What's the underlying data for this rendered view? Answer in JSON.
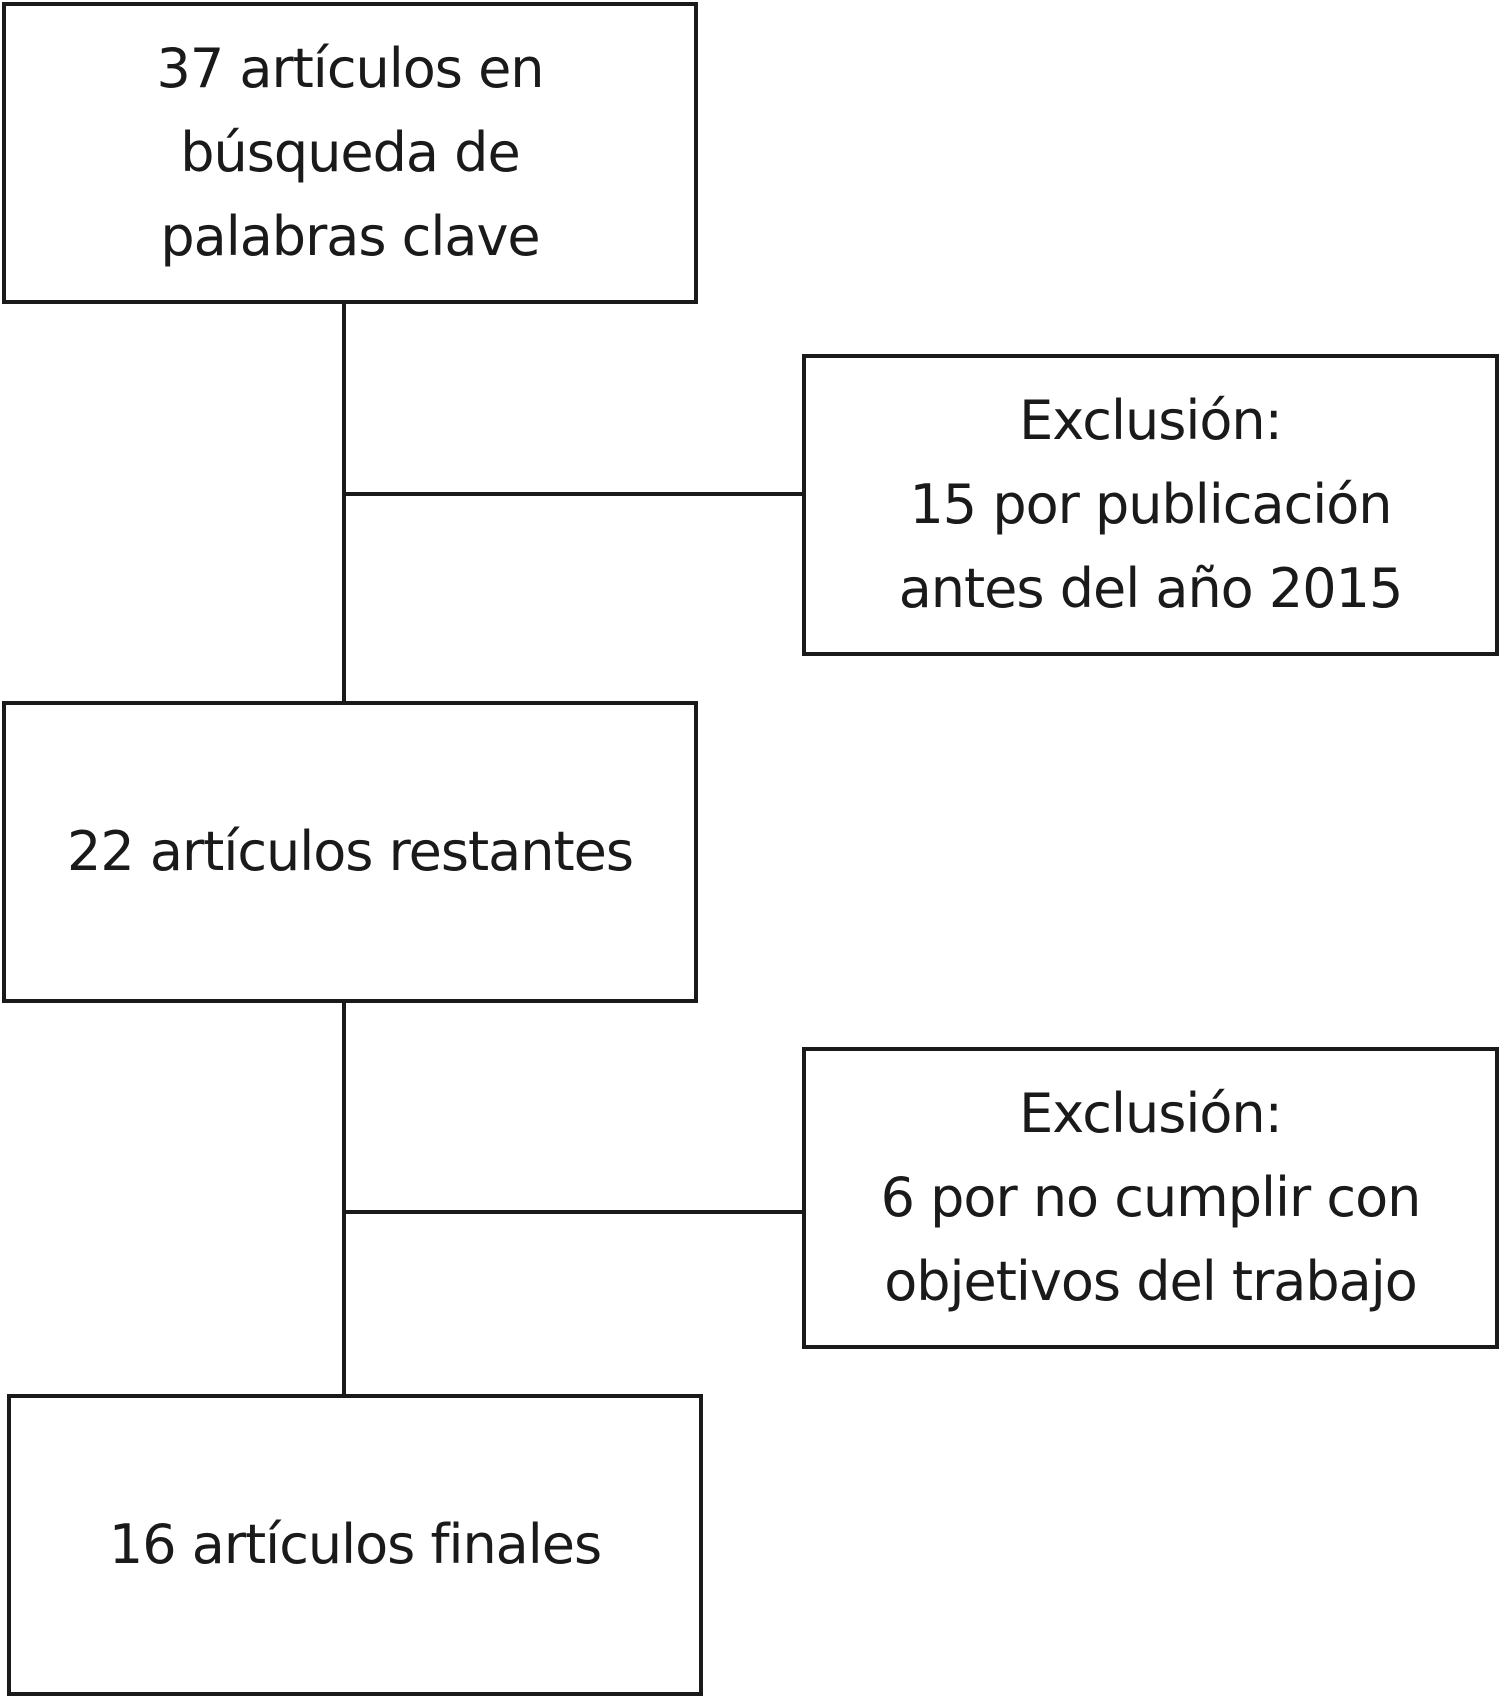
{
  "diagram": {
    "nodes": {
      "start": {
        "lines": [
          "37 artículos en",
          "búsqueda de",
          "palabras clave"
        ]
      },
      "exclusion_1": {
        "lines": [
          "Exclusión:",
          "15 por publicación",
          "antes del año 2015"
        ]
      },
      "middle": {
        "lines": [
          "22 artículos restantes"
        ]
      },
      "exclusion_2": {
        "lines": [
          "Exclusión:",
          "6 por no cumplir con",
          "objetivos del trabajo"
        ]
      },
      "final": {
        "lines": [
          "16 artículos finales"
        ]
      }
    },
    "edges": [
      {
        "from": "start",
        "to": "middle"
      },
      {
        "from": "start",
        "to": "exclusion_1"
      },
      {
        "from": "middle",
        "to": "final"
      },
      {
        "from": "middle",
        "to": "exclusion_2"
      }
    ],
    "colors": {
      "stroke": "#1a1a1a",
      "background": "#ffffff"
    }
  }
}
